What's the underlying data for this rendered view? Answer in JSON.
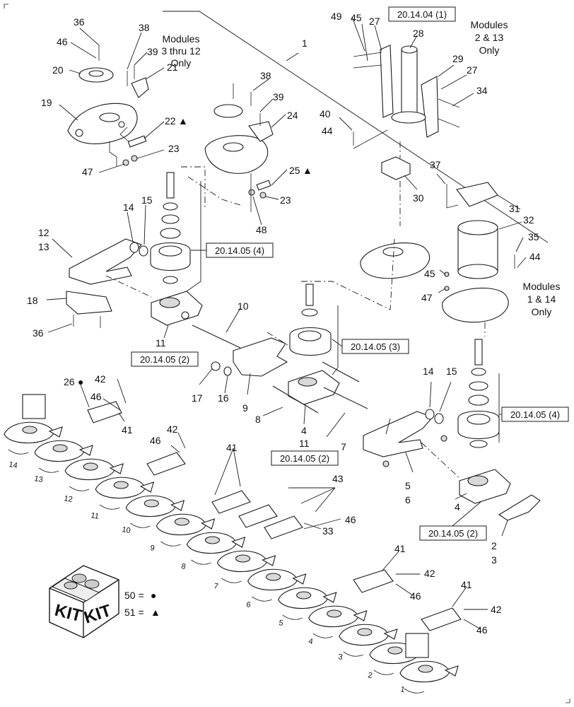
{
  "callouts": {
    "c1": "1",
    "c2": "2",
    "c3": "3",
    "c4": "4",
    "c5": "5",
    "c6": "6",
    "c7": "7",
    "c8": "8",
    "c9": "9",
    "c10": "10",
    "c11": "11",
    "c12": "12",
    "c13": "13",
    "c14": "14",
    "c15": "15",
    "c16": "16",
    "c17": "17",
    "c18": "18",
    "c19": "19",
    "c20": "20",
    "c21": "21",
    "c22": "22",
    "c23": "23",
    "c24": "24",
    "c25": "25",
    "c26": "26",
    "c27": "27",
    "c28": "28",
    "c29": "29",
    "c30": "30",
    "c31": "31",
    "c32": "32",
    "c33": "33",
    "c34": "34",
    "c35": "35",
    "c36": "36",
    "c37": "37",
    "c38": "38",
    "c39": "39",
    "c40": "40",
    "c41": "41",
    "c42": "42",
    "c43": "43",
    "c44": "44",
    "c45": "45",
    "c46": "46",
    "c47": "47",
    "c48": "48",
    "c49": "49"
  },
  "module_numbers": [
    "1",
    "2",
    "3",
    "4",
    "5",
    "6",
    "7",
    "8",
    "9",
    "10",
    "11",
    "12",
    "13",
    "14"
  ],
  "references": {
    "ref_20_14_04_1": "20.14.04 (1)",
    "ref_20_14_05_4": "20.14.05 (4)",
    "ref_20_14_05_3": "20.14.05 (3)",
    "ref_20_14_05_2": "20.14.05 (2)"
  },
  "notes": {
    "modules_3_12": [
      "Modules",
      "3 thru 12",
      "Only"
    ],
    "modules_2_13": [
      "Modules",
      "2 & 13",
      "Only"
    ],
    "modules_1_14": [
      "Modules",
      "1 & 14",
      "Only"
    ]
  },
  "kit_legend": {
    "box_text_left": "KIT",
    "box_text_right": "KIT",
    "item_50": "50 =",
    "item_51": "51 ="
  },
  "symbols": {
    "circle": "●",
    "triangle": "▲"
  }
}
